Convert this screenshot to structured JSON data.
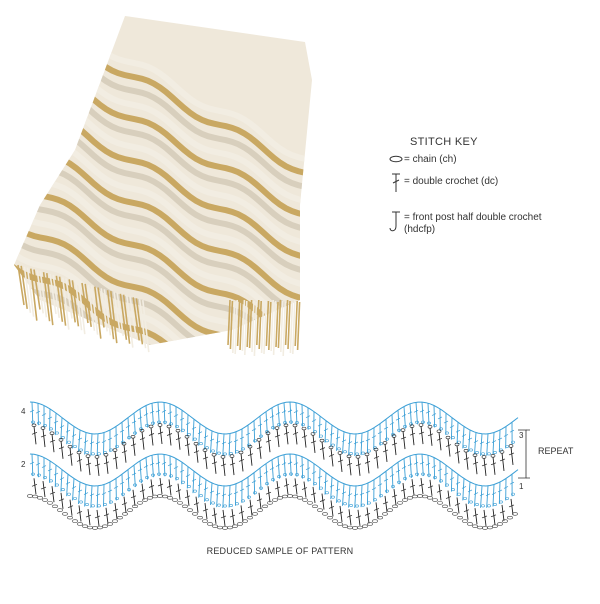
{
  "stitch_key": {
    "title": "STITCH KEY",
    "items": [
      {
        "symbol": "chain-symbol",
        "label": "= chain (ch)"
      },
      {
        "symbol": "double-crochet-symbol",
        "label": "= double crochet (dc)"
      },
      {
        "symbol": "front-post-half-double-crochet-symbol",
        "label": "= front post half double crochet (hdcfp)"
      }
    ]
  },
  "chart": {
    "caption": "REDUCED SAMPLE OF PATTERN",
    "repeat_label": "REPEAT",
    "row_numbers": [
      "4",
      "3",
      "2",
      "1"
    ],
    "colors": {
      "blue_rows": "#3b9fd6",
      "black_rows": "#222222",
      "chain": "#444444"
    }
  },
  "photo": {
    "colors": {
      "cream": "#f2ede2",
      "gold": "#c9a862",
      "shadow": "#d8cfbd"
    }
  }
}
